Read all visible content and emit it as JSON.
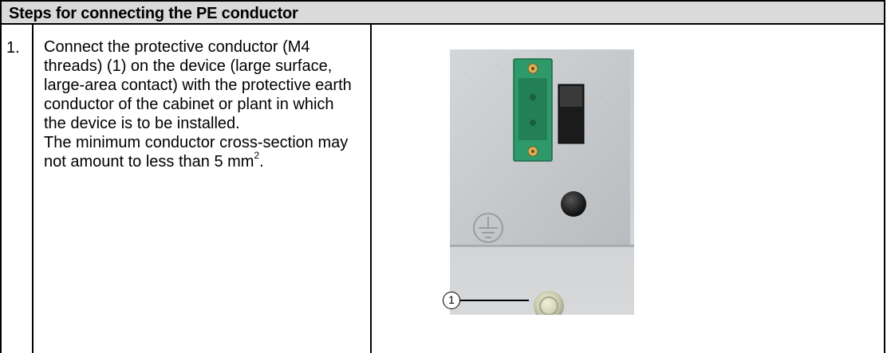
{
  "header": {
    "title": "Steps for connecting the PE conductor"
  },
  "steps": [
    {
      "number": "1.",
      "paragraph1": "Connect the protective conductor (M4 threads) (1) on the device (large surface, large-area contact) with the protective earth conductor of the cabinet or plant in which the device is to be installed.",
      "paragraph2_before": "The minimum conductor cross-section may not amount to less than 5 mm",
      "paragraph2_sup": "2",
      "paragraph2_after": ".",
      "figure_callout": "1"
    }
  ],
  "colors": {
    "header_bg": "#dadada",
    "connector_green": "#2e9a6a",
    "panel_metal": "#c9ccce"
  },
  "icons": [
    "protective-earth-icon",
    "screw-terminal-icon"
  ]
}
